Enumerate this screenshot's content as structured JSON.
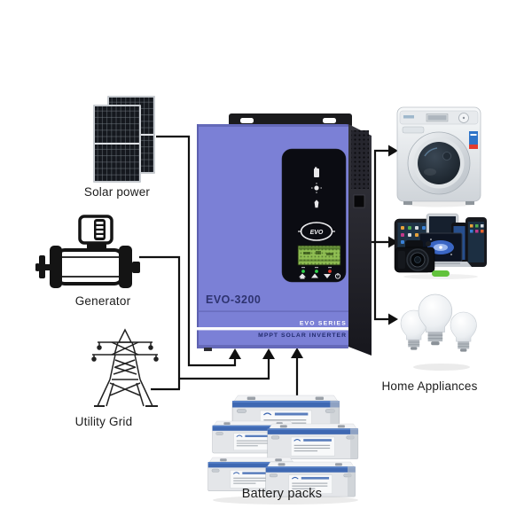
{
  "labels": {
    "solar": "Solar power",
    "generator": "Generator",
    "utility": "Utility Grid",
    "battery": "Battery packs",
    "appliances": "Home Appliances"
  },
  "inverter": {
    "model": "EVO-3200",
    "series": "EVO SERIES",
    "product": "MPPT SOLAR INVERTER",
    "logo": "EVO",
    "colors": {
      "body": "#7b80d6",
      "front_panel": "#0b0c12",
      "lcd": "#8fbe52",
      "model_text": "#2e3370",
      "series_text": "#ffffff",
      "product_text": "#232c6e"
    }
  },
  "connections": {
    "line_color": "#101010"
  },
  "icons": [
    {
      "name": "solar-panels-icon",
      "meaning": "photovoltaic panels"
    },
    {
      "name": "generator-icon",
      "meaning": "backup generator"
    },
    {
      "name": "utility-tower-icon",
      "meaning": "power grid pylon"
    },
    {
      "name": "washing-machine-icon",
      "meaning": "household appliance"
    },
    {
      "name": "consumer-electronics-icon",
      "meaning": "phones tablets laptop camera"
    },
    {
      "name": "led-bulbs-icon",
      "meaning": "lighting loads"
    },
    {
      "name": "battery-pack-icon",
      "meaning": "storage batteries"
    },
    {
      "name": "inverter-unit",
      "meaning": "MPPT solar inverter"
    }
  ]
}
